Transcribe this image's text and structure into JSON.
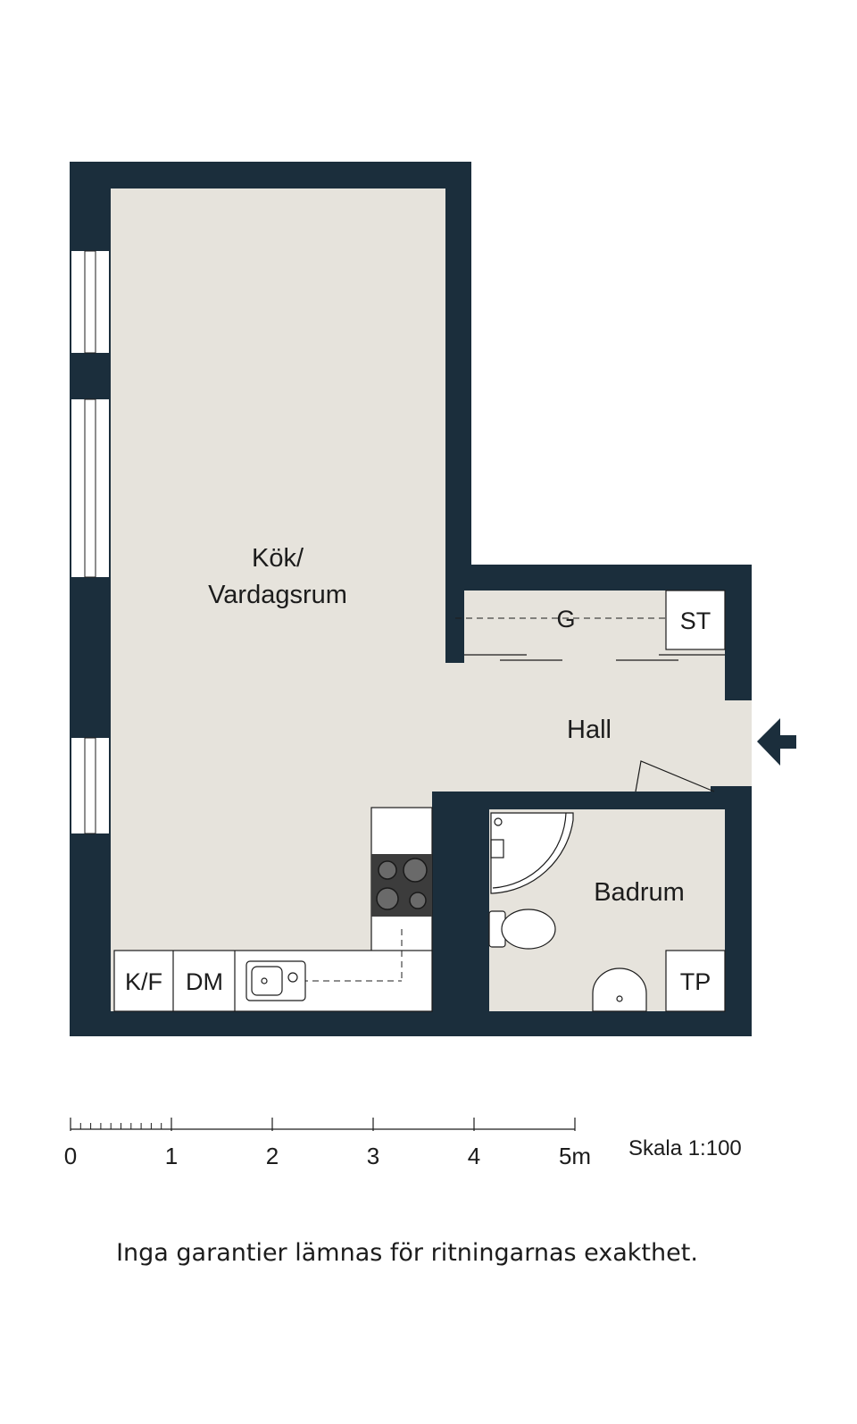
{
  "colors": {
    "wall": "#1b2e3c",
    "floor": "#e6e3dc",
    "fixture": "#ffffff",
    "line": "#1c1c1c",
    "window": "#ffffff",
    "stove": "#3c3c3c"
  },
  "rooms": {
    "living_line1": "Kök/",
    "living_line2": "Vardagsrum",
    "hall": "Hall",
    "bath": "Badrum"
  },
  "fixtures": {
    "wardrobe": "G",
    "storage": "ST",
    "fridge_freezer": "K/F",
    "dishwasher": "DM",
    "dryer": "TP"
  },
  "scale": {
    "ticks": [
      "0",
      "1",
      "2",
      "3",
      "4",
      "5m"
    ],
    "label": "Skala 1:100"
  },
  "disclaimer": "Inga garantier lämnas för ritningarnas exakthet."
}
